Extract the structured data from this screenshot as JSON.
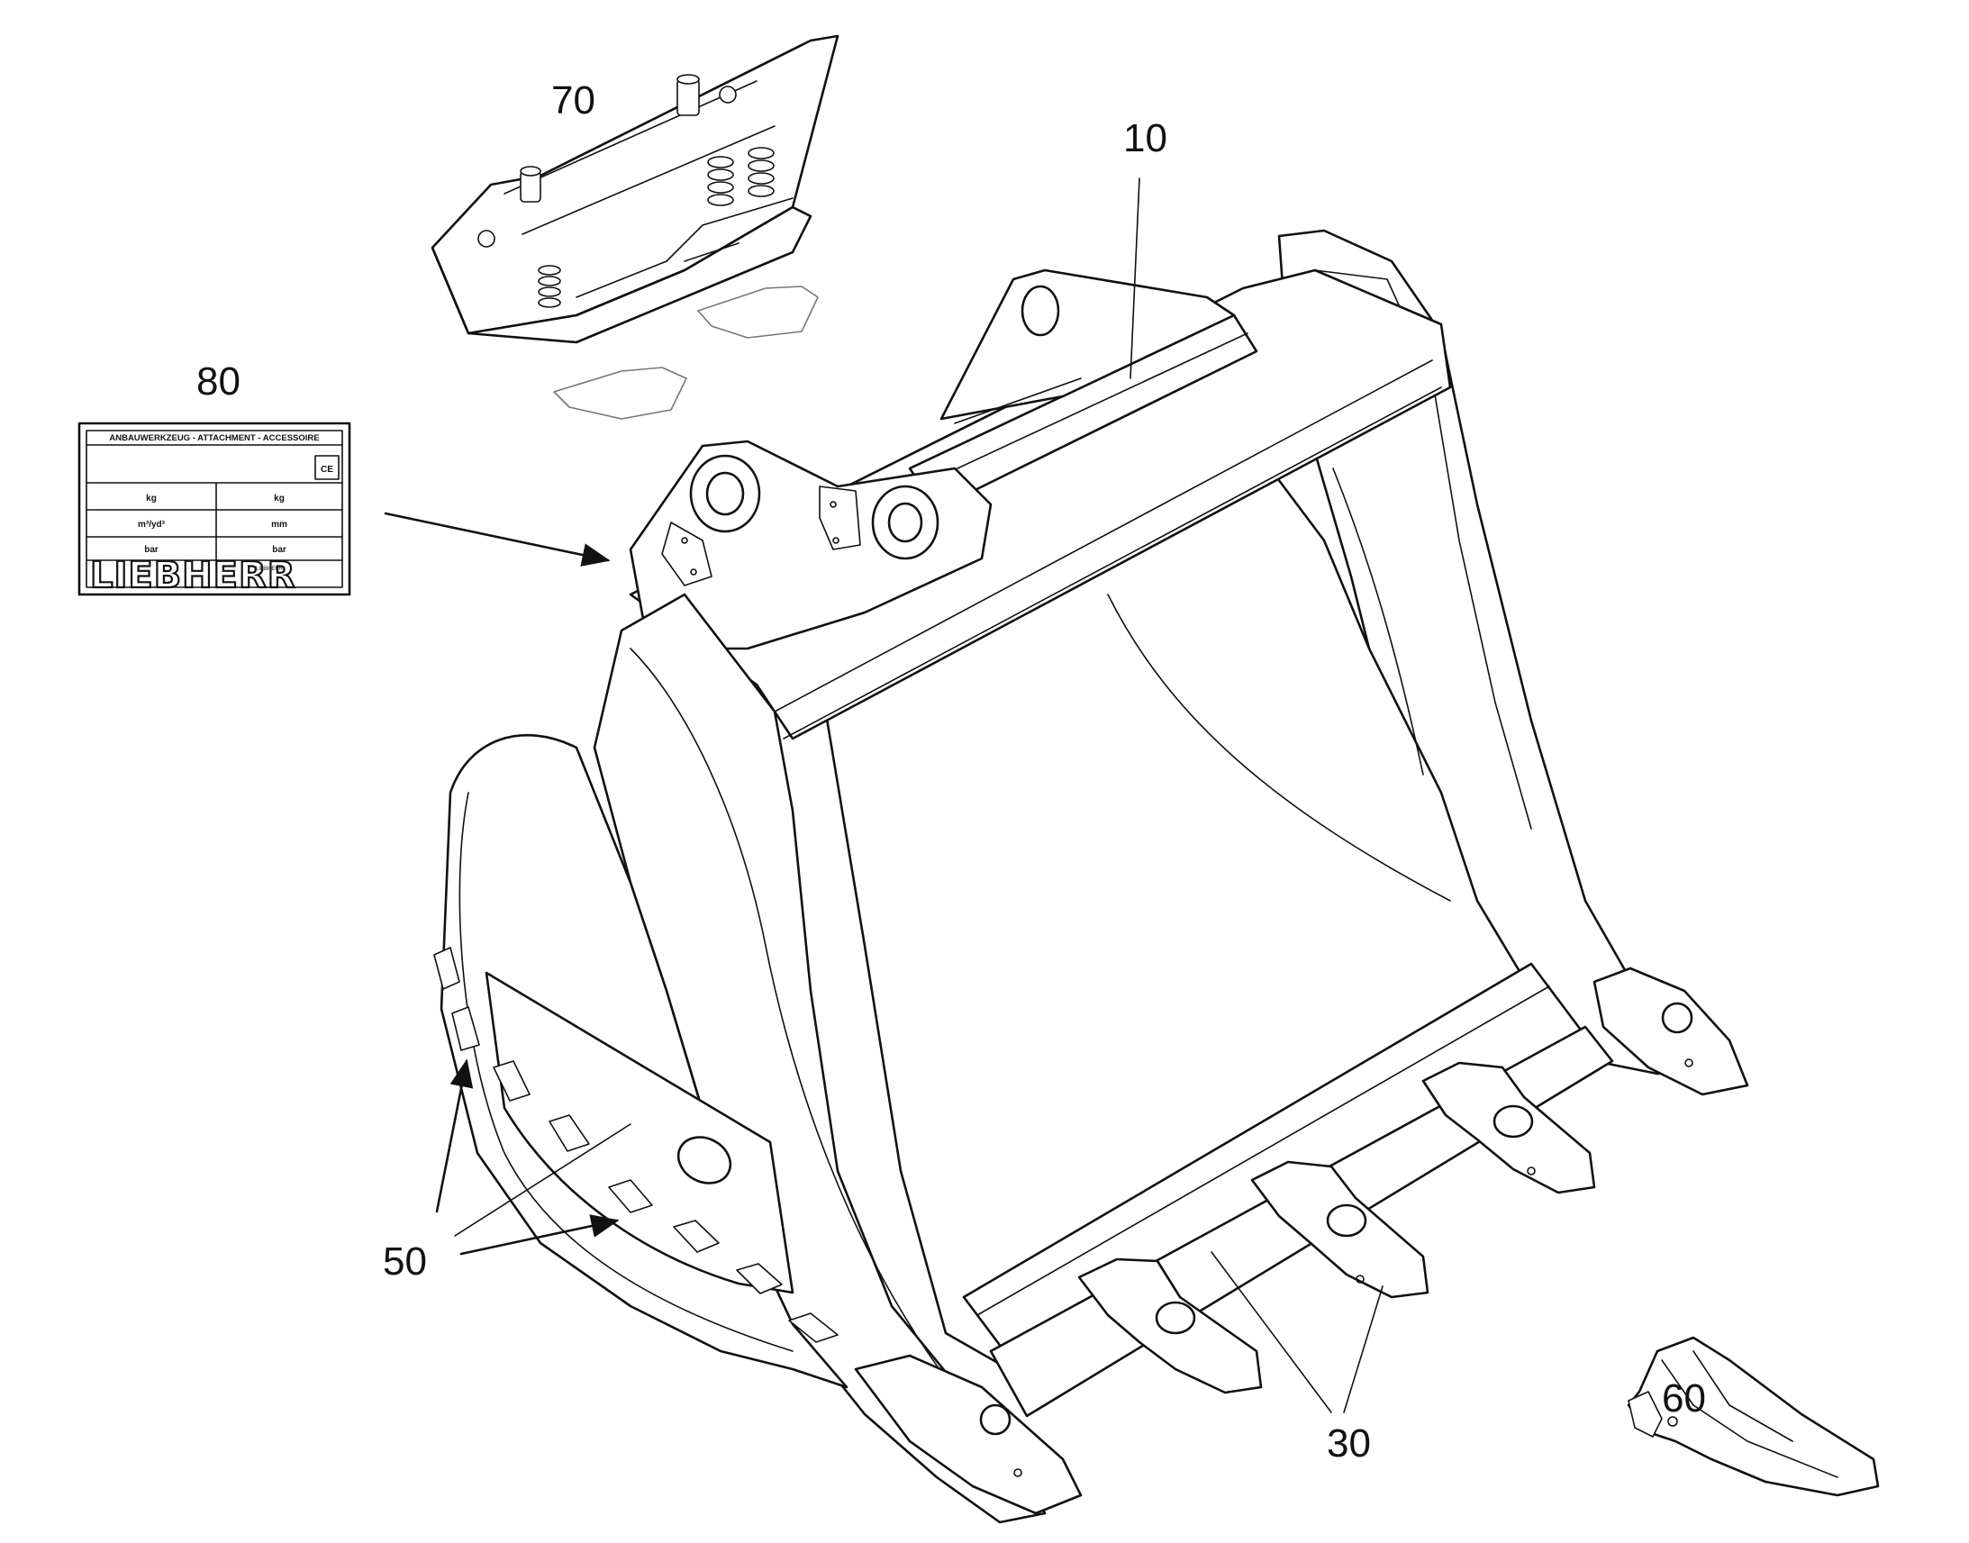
{
  "callouts": {
    "part_10": "10",
    "part_30": "30",
    "part_50": "50",
    "part_60": "60",
    "part_70": "70",
    "part_80": "80"
  },
  "type_plate": {
    "header": "ANBAUWERKZEUG  -  ATTACHMENT  -  ACCESSOIRE",
    "ce_mark": "CE",
    "row1_left": "kg",
    "row1_right": "kg",
    "row2_left": "m³/yd³",
    "row2_right": "mm",
    "row3_left": "bar",
    "row3_right": "bar",
    "brand": "LIEBHERR",
    "maker_note": "LIEBHERR-"
  }
}
